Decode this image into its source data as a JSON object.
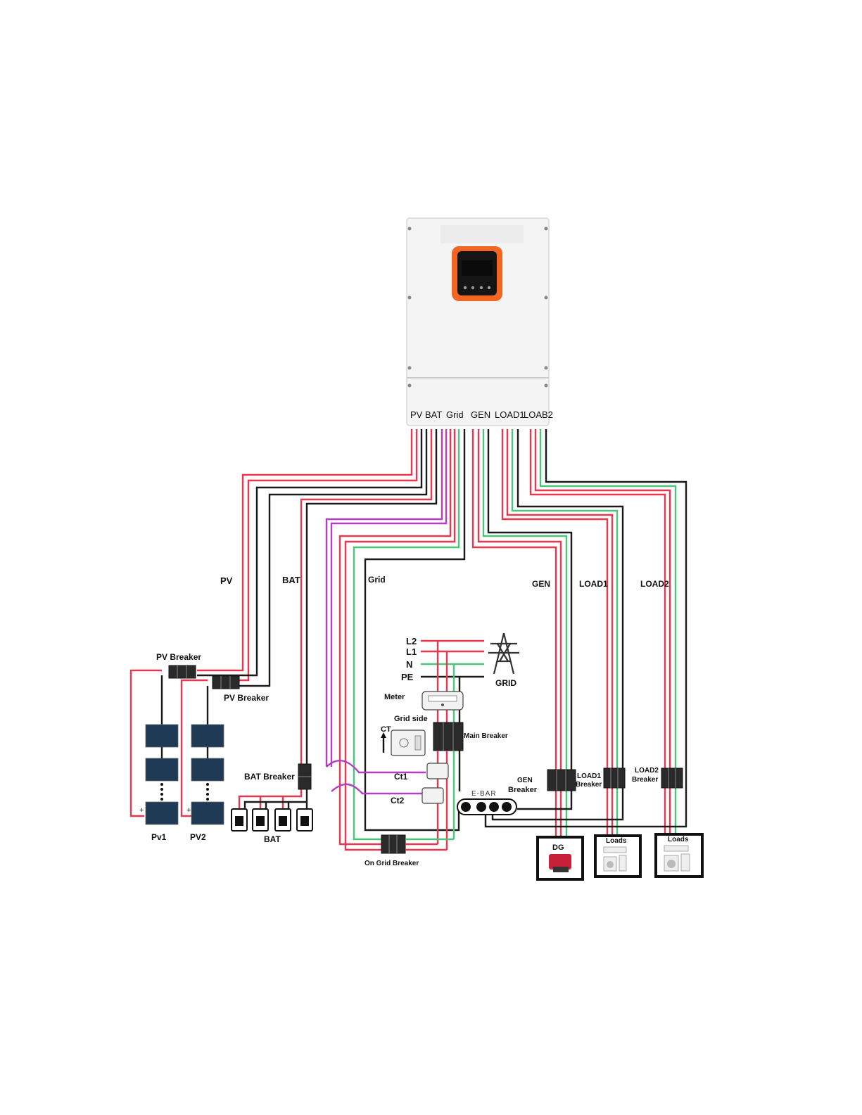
{
  "ports": {
    "pv": "PV",
    "bat": "BAT",
    "grid": "Grid",
    "gen": "GEN",
    "load1": "LOAD1",
    "load2": "LOAB2"
  },
  "cable_labels": {
    "pv": "PV",
    "bat": "BAT",
    "grid": "Grid",
    "gen": "GEN",
    "load1": "LOAD1",
    "load2": "LOAD2"
  },
  "grid_lines": {
    "l2": "L2",
    "l1": "L1",
    "n": "N",
    "pe": "PE",
    "grid": "GRID"
  },
  "components": {
    "pv_breaker_1": "PV Breaker",
    "pv_breaker_2": "PV Breaker",
    "bat_breaker": "BAT Breaker",
    "meter": "Meter",
    "grid_side": "Grid side",
    "ct": "CT",
    "main_breaker": "Main Breaker",
    "ct1": "Ct1",
    "ct2": "Ct2",
    "ebar": "E-BAR",
    "gen_breaker_1": "GEN",
    "gen_breaker_2": "Breaker",
    "load1_breaker_1": "LOAD1",
    "load1_breaker_2": "Breaker",
    "load2_breaker_1": "LOAD2",
    "load2_breaker_2": "Breaker",
    "on_grid_breaker": "On Grid Breaker",
    "pv1": "Pv1",
    "pv2": "PV2",
    "bat": "BAT",
    "dg": "DG",
    "loads1": "Loads",
    "loads2": "Loads"
  },
  "colors": {
    "live": "#e8384f",
    "neutral_black": "#1a1a1a",
    "earth": "#4cc47a",
    "ct_wire": "#b23ec2",
    "display_bezel": "#f26522"
  }
}
